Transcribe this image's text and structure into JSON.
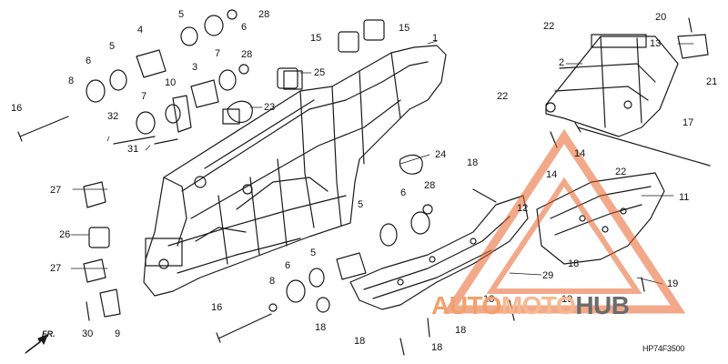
{
  "labels": {
    "l1": "1",
    "l2": "2",
    "l3": "3",
    "l4": "4",
    "l5a": "5",
    "l5b": "5",
    "l5c": "5",
    "l5d": "5",
    "l6a": "6",
    "l6b": "6",
    "l6c": "6",
    "l6d": "6",
    "l7a": "7",
    "l7b": "7",
    "l8a": "8",
    "l8b": "8",
    "l9": "9",
    "l10": "10",
    "l11": "11",
    "l12": "12",
    "l13": "13",
    "l14a": "14",
    "l14b": "14",
    "l15a": "15",
    "l15b": "15",
    "l16a": "16",
    "l16b": "16",
    "l17": "17",
    "l18a": "18",
    "l18b": "18",
    "l18c": "18",
    "l18d": "18",
    "l18e": "18",
    "l18f": "18",
    "l18g": "18",
    "l19a": "19",
    "l19b": "19",
    "l20": "20",
    "l21": "21",
    "l22a": "22",
    "l22b": "22",
    "l22c": "22",
    "l23": "23",
    "l24": "24",
    "l25": "25",
    "l26": "26",
    "l27a": "27",
    "l27b": "27",
    "l28a": "28",
    "l28b": "28",
    "l28c": "28",
    "l29": "29",
    "l30": "30",
    "l31": "31",
    "l32": "32"
  },
  "direction_label": "FR.",
  "diagram_code": "HP74F3500",
  "watermark": {
    "part1": "AUTO",
    "part2": "MOTO",
    "part3": "HUB",
    "color_accent": "#e8622a",
    "color_dark": "#555555"
  }
}
